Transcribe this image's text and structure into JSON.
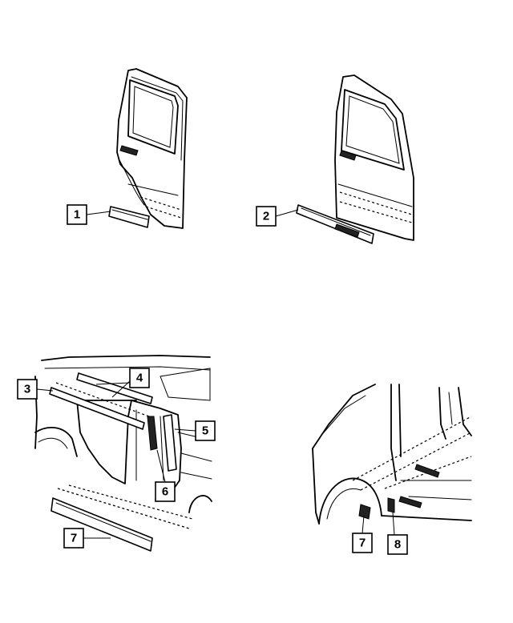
{
  "callouts": [
    {
      "id": "c1",
      "label": "1"
    },
    {
      "id": "c2",
      "label": "2"
    },
    {
      "id": "c3",
      "label": "3"
    },
    {
      "id": "c4",
      "label": "4"
    },
    {
      "id": "c5",
      "label": "5"
    },
    {
      "id": "c6",
      "label": "6"
    },
    {
      "id": "c7a",
      "label": "7"
    },
    {
      "id": "c7b",
      "label": "7"
    },
    {
      "id": "c8",
      "label": "8"
    }
  ]
}
